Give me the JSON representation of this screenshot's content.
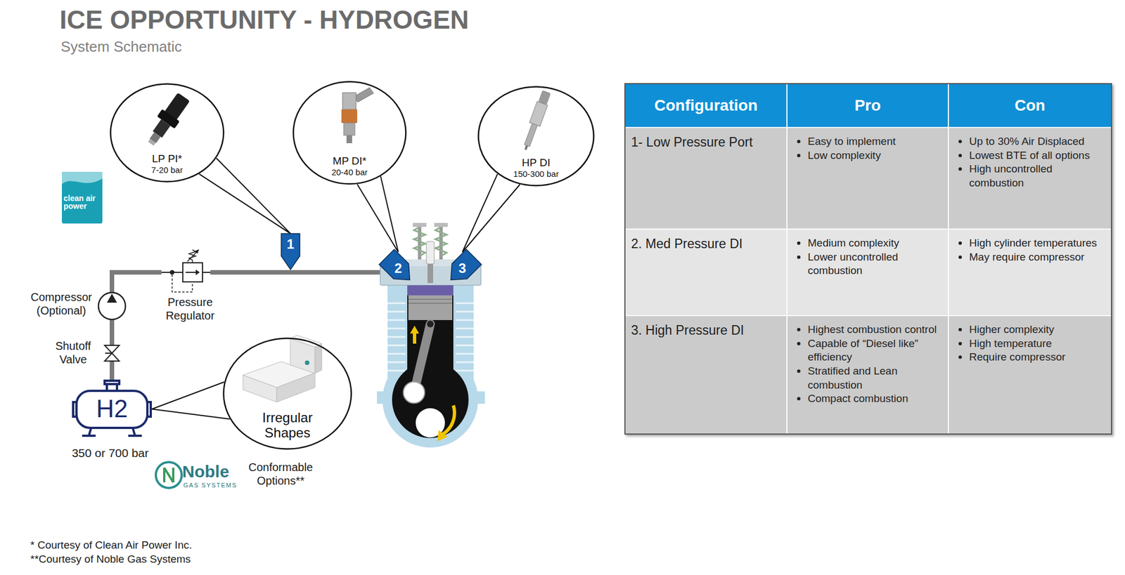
{
  "diagram": {
    "title": "ICE OPPORTUNITY - HYDROGEN",
    "nodes": [
      {
        "text": [
          "LP PI*",
          "7-20 bar"
        ]
      },
      {
        "text": [
          "MP DI*",
          "20-40 bar"
        ]
      },
      {
        "text": [
          "HP DI",
          "150-300 bar"
        ]
      },
      {
        "text": [
          "1"
        ]
      },
      {
        "text": [
          "2"
        ]
      },
      {
        "text": [
          "3"
        ]
      },
      {
        "text": [
          "H2"
        ]
      },
      {
        "text": [
          "Irregular Shapes"
        ]
      }
    ],
    "edges": [
      {
        "from": 0,
        "to": 3,
        "arrow": "none"
      },
      {
        "from": 1,
        "to": 4,
        "arrow": "none"
      },
      {
        "from": 2,
        "to": 5,
        "arrow": "none"
      },
      {
        "from": 7,
        "to": 6,
        "arrow": "none"
      }
    ],
    "labels": [
      "System Schematic",
      "clean air power",
      "Compressor (Optional)",
      "Shutoff Valve",
      "Pressure Regulator",
      "350 or 700 bar",
      "Noble",
      "GAS SYSTEMS",
      "Conformable Options**",
      "Configuration",
      "Pro",
      "Con",
      "1- Low Pressure Port",
      "Easy to implement",
      "Low complexity",
      "Up to 30% Air Displaced",
      "Lowest BTE of all options",
      "High uncontrolled combustion",
      "2. Med Pressure DI",
      "Medium complexity",
      "Lower uncontrolled combustion",
      "High cylinder temperatures",
      "May require compressor",
      "3. High Pressure DI",
      "Highest combustion control",
      "Capable of “Diesel like” efficiency",
      "Stratified and Lean combustion",
      "Compact combustion",
      "Higher complexity",
      "High temperature",
      "Require compressor",
      "* Courtesy of Clean Air Power Inc.",
      "**Courtesy of Noble Gas Systems"
    ]
  }
}
